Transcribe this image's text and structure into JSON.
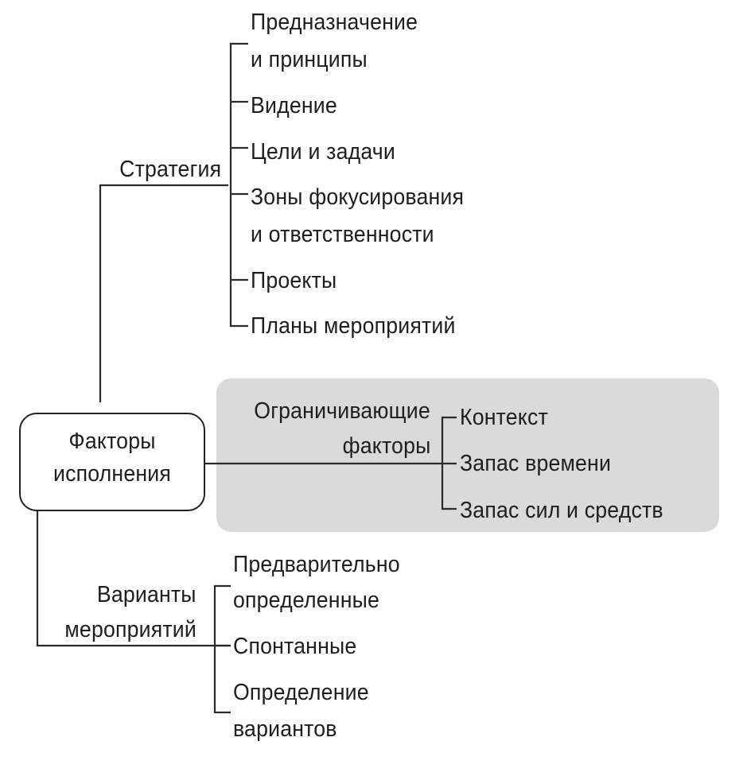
{
  "root": {
    "line1": "Факторы",
    "line2": "исполнения"
  },
  "strategy": {
    "label": "Стратегия",
    "items": [
      {
        "line1": "Предназначение",
        "line2": "и принципы"
      },
      {
        "line1": "Видение",
        "line2": ""
      },
      {
        "line1": "Цели и задачи",
        "line2": ""
      },
      {
        "line1": "Зоны фокусирования",
        "line2": "и ответственности"
      },
      {
        "line1": "Проекты",
        "line2": ""
      },
      {
        "line1": "Планы мероприятий",
        "line2": ""
      }
    ]
  },
  "constraints": {
    "line1": "Ограничивающие",
    "line2": "факторы",
    "items": [
      "Контекст",
      "Запас времени",
      "Запас сил и средств"
    ]
  },
  "options": {
    "line1": "Варианты",
    "line2": "мероприятий",
    "items": [
      {
        "line1": "Предварительно",
        "line2": "определенные"
      },
      {
        "line1": "Спонтанные",
        "line2": ""
      },
      {
        "line1": "Определение",
        "line2": "вариантов"
      }
    ]
  }
}
